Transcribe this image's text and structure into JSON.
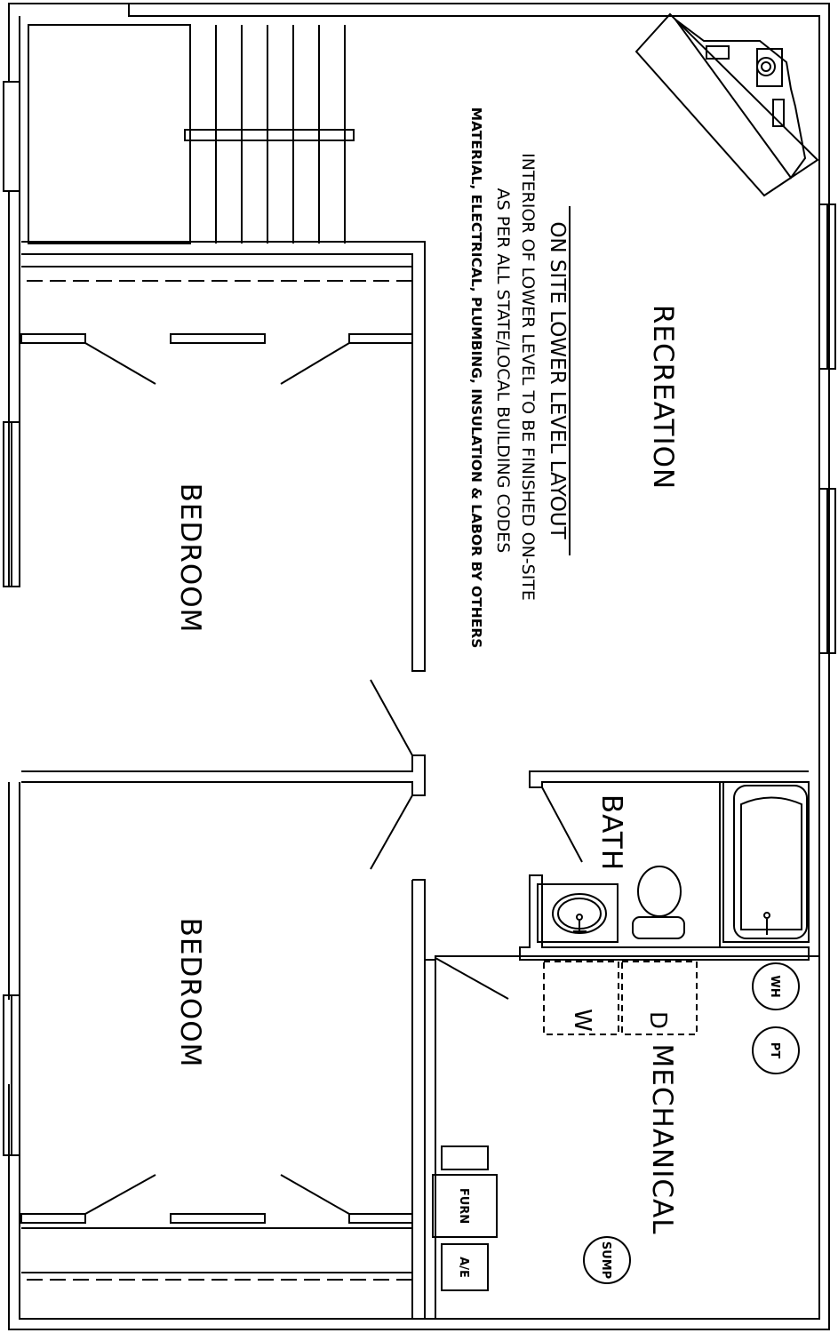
{
  "rooms": {
    "recreation": "RECREATION",
    "bedroom_1": "BEDROOM",
    "bedroom_2": "BEDROOM",
    "bath": "BATH",
    "mechanical": "MECHANICAL"
  },
  "note": {
    "title": "ON SITE LOWER LEVEL LAYOUT",
    "line1": "INTERIOR OF LOWER LEVEL TO BE FINISHED ON-SITE",
    "line2": "AS PER ALL STATE/LOCAL BUILDING CODES",
    "line3": "MATERIAL, ELECTRICAL, PLUMBING, INSULATION & LABOR BY OTHERS"
  },
  "equipment": {
    "washer": "W",
    "dryer": "D",
    "water_heater": "WH",
    "pressure_tank": "PT",
    "furnace": "FURN",
    "air_exchanger": "A/E",
    "sump": "SUMP"
  }
}
